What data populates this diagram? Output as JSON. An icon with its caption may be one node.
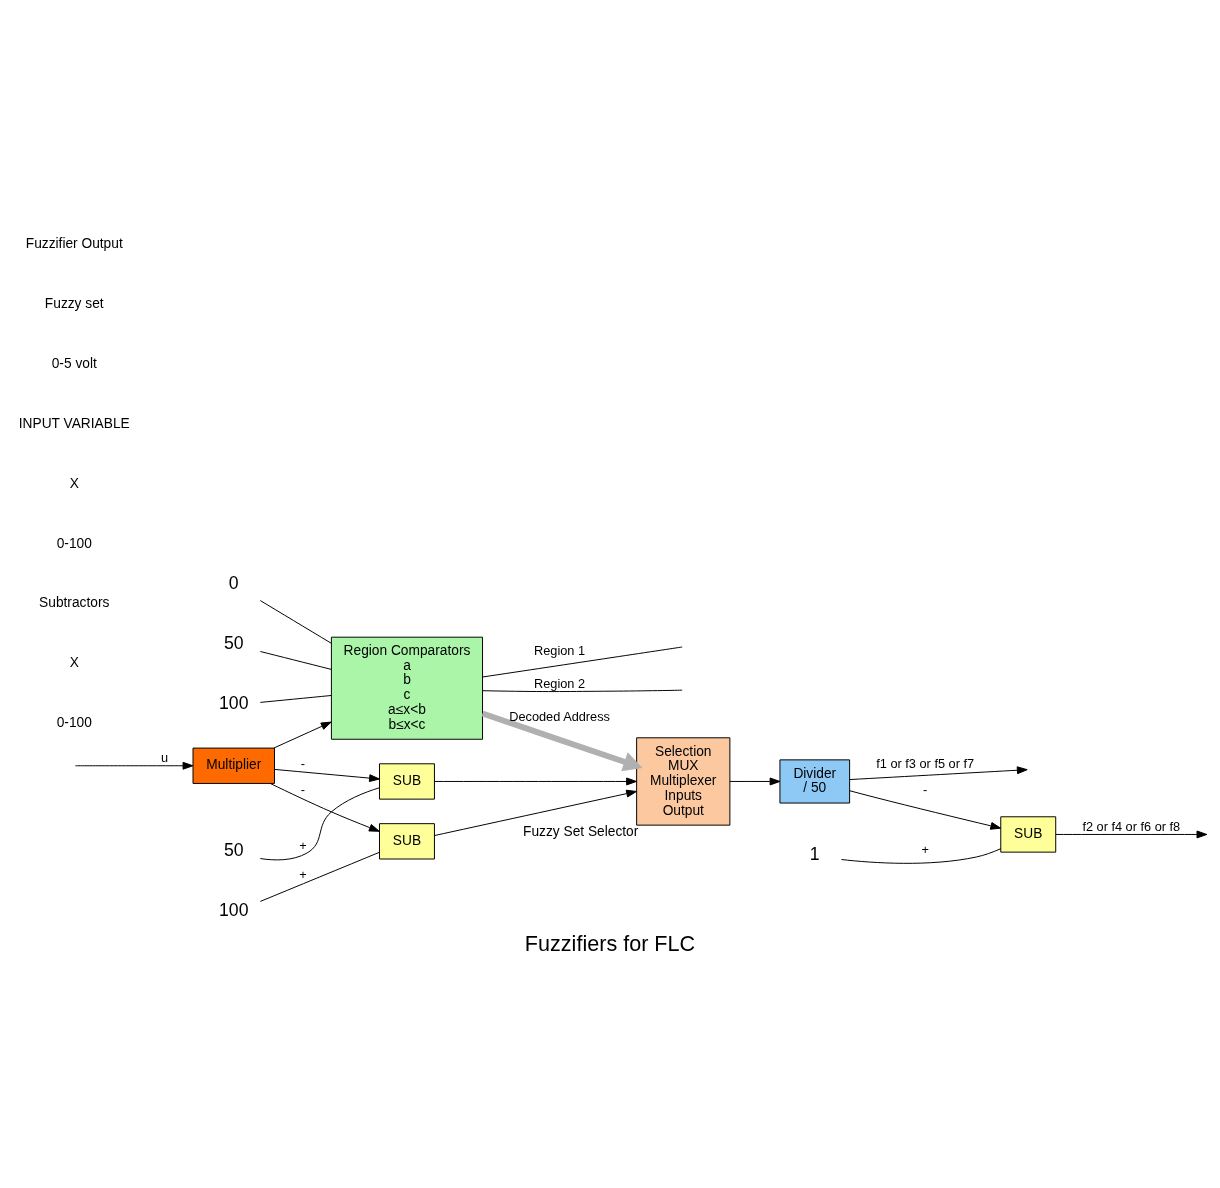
{
  "diagram": {
    "title": "Fuzzifiers for FLC",
    "nodes": [
      {
        "text": [
          "Region Comparators",
          "a",
          "b",
          "c",
          "a≤x<b",
          "b≤x<c"
        ]
      },
      {
        "text": [
          "0"
        ]
      },
      {
        "text": [
          "50"
        ]
      },
      {
        "text": [
          "100"
        ]
      },
      {
        "text": [
          "Multiplier"
        ]
      },
      {
        "text": [
          "SUB"
        ]
      },
      {
        "text": [
          "50"
        ]
      },
      {
        "text": [
          "SUB"
        ]
      },
      {
        "text": [
          "100"
        ]
      },
      {
        "text": [
          "Selection",
          "MUX",
          "Multiplexer",
          "Inputs",
          "Output"
        ],
        "beside": [
          "Fuzzy Set Selector"
        ]
      },
      {
        "text": [
          "Divider",
          "/ 50"
        ]
      },
      {
        "text": [
          "1"
        ]
      },
      {
        "text": [
          "SUB"
        ]
      }
    ],
    "edges": [
      {
        "from": null,
        "to": 4,
        "arrow": "to",
        "label": "u"
      },
      {
        "from": 4,
        "to": 0,
        "arrow": "to"
      },
      {
        "from": 4,
        "to": 5,
        "arrow": "to",
        "label": "-"
      },
      {
        "from": 4,
        "to": 7,
        "arrow": "to",
        "label": "-"
      },
      {
        "from": 1,
        "to": 0,
        "arrow": "none"
      },
      {
        "from": 2,
        "to": 0,
        "arrow": "none"
      },
      {
        "from": 3,
        "to": 0,
        "arrow": "none"
      },
      {
        "from": 6,
        "to": 5,
        "arrow": "none",
        "label": "+"
      },
      {
        "from": 8,
        "to": 7,
        "arrow": "none",
        "label": "+"
      },
      {
        "from": 5,
        "to": 9,
        "arrow": "to"
      },
      {
        "from": 7,
        "to": 9,
        "arrow": "to"
      },
      {
        "from": 0,
        "to": null,
        "arrow": "none",
        "label": "Region 1"
      },
      {
        "from": 0,
        "to": null,
        "arrow": "none",
        "label": "Region 2"
      },
      {
        "from": 0,
        "to": 9,
        "arrow": "to",
        "label": "Decoded Address",
        "style": "thick",
        "color": "#b0b0b0"
      },
      {
        "from": 9,
        "to": 10,
        "arrow": "to"
      },
      {
        "from": 10,
        "to": null,
        "arrow": "to",
        "label": "f1 or f3 or f5 or f7"
      },
      {
        "from": 10,
        "to": 12,
        "arrow": "to",
        "label": "-"
      },
      {
        "from": 11,
        "to": 12,
        "arrow": "none",
        "label": "+"
      },
      {
        "from": 12,
        "to": null,
        "arrow": "to",
        "label": "f2 or f4 or f6 or f8"
      }
    ],
    "labels": [
      "0-100",
      "X",
      "Subtractors",
      "0-100",
      "X",
      "INPUT VARIABLE",
      "0-5 volt",
      "Fuzzy set",
      "Fuzzifier Output"
    ]
  }
}
